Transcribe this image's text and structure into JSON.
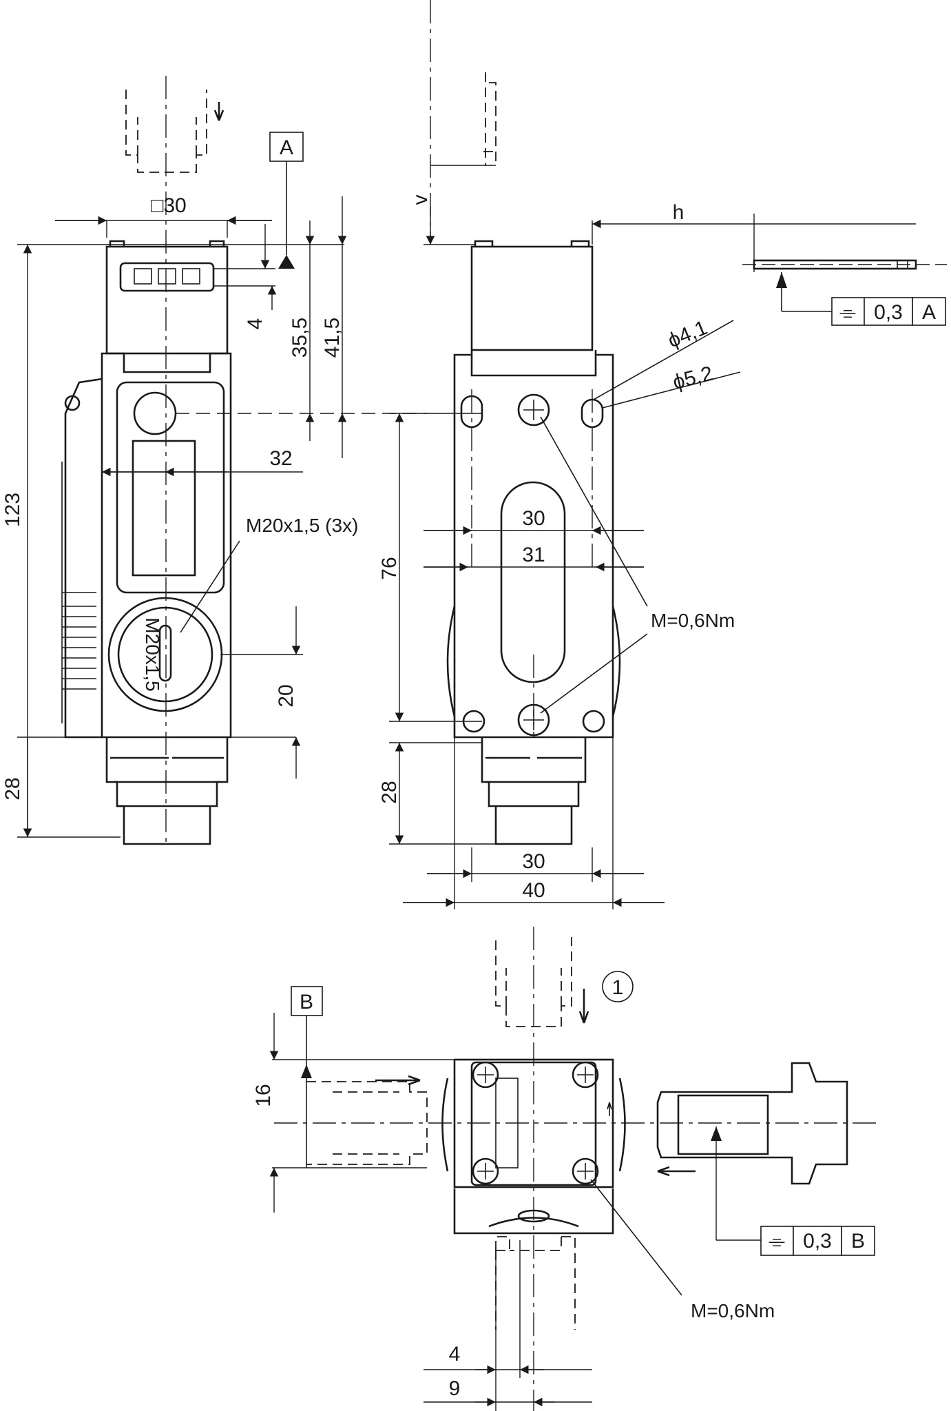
{
  "dimensions": {
    "square30": "□30",
    "d123": "123",
    "d28_left": "28",
    "d4": "4",
    "d35_5": "35,5",
    "d41_5": "41,5",
    "d32": "32",
    "d20": "20",
    "thread": "M20x1,5 (3x)",
    "d76": "76",
    "d28_mid": "28",
    "d30_upper": "30",
    "d31": "31",
    "d30_lower": "30",
    "d40": "40",
    "phi41": "ϕ4,1",
    "phi52": "ϕ5,2",
    "torque_top": "M=0,6Nm",
    "v": "v",
    "h": "h",
    "d16": "16",
    "torque_bottom": "M=0,6Nm",
    "d4_bottom": "4",
    "d9": "9",
    "callout1": "1",
    "actuator_label": "M20x1,5"
  },
  "datums": {
    "a": "A",
    "b": "B"
  },
  "tolerance_a": {
    "symbol": "⌯",
    "value": "0,3",
    "datum": "A"
  },
  "tolerance_b": {
    "symbol": "⌯",
    "value": "0,3",
    "datum": "B"
  }
}
